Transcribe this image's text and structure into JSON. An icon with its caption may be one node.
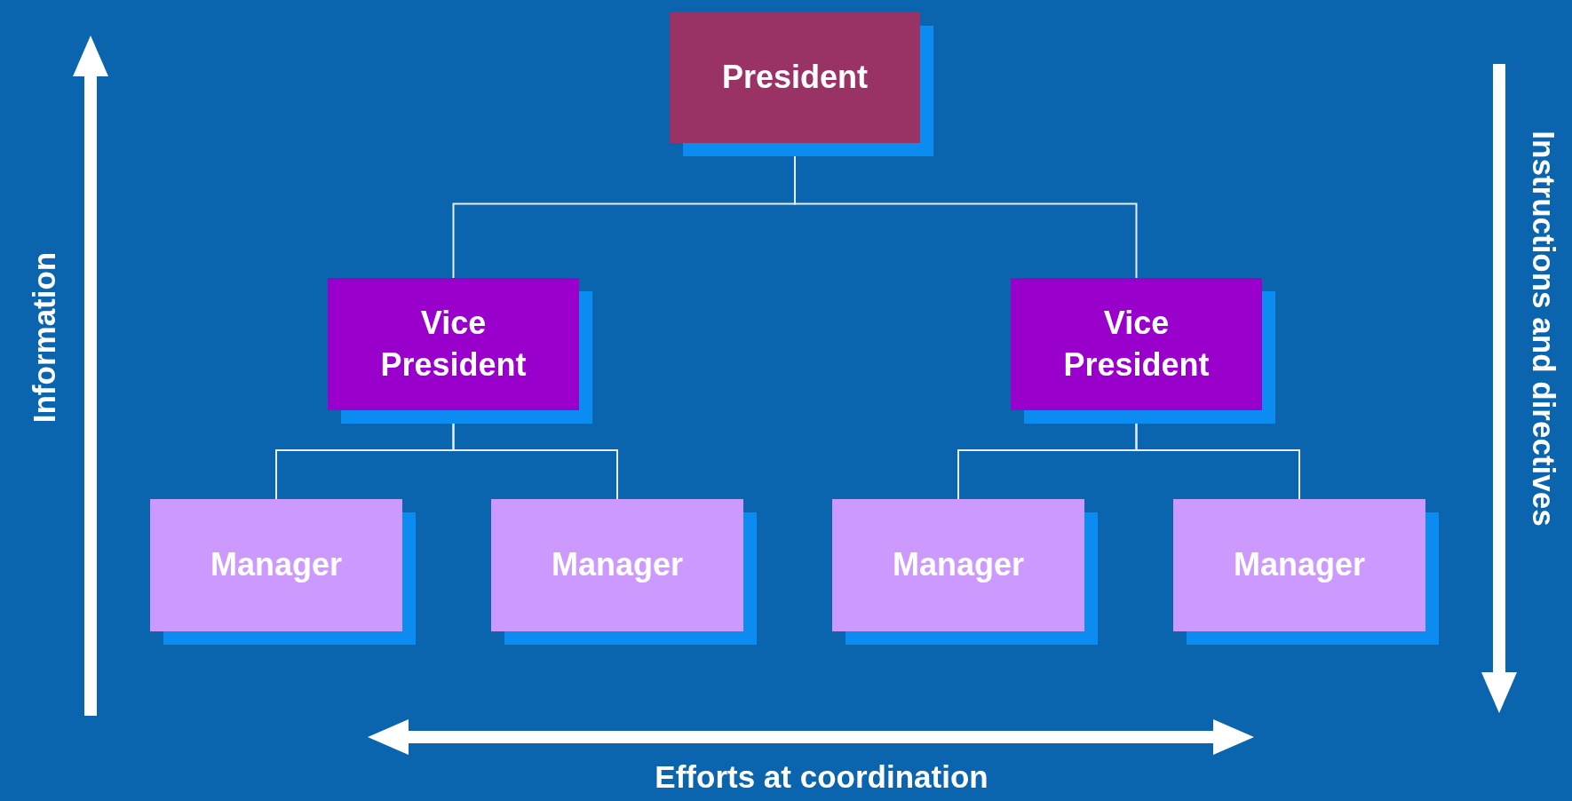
{
  "diagram": {
    "nodes": [
      {
        "text": [
          "President"
        ]
      },
      {
        "text": [
          "Vice President"
        ]
      },
      {
        "text": [
          "Vice President"
        ]
      },
      {
        "text": [
          "Manager"
        ]
      },
      {
        "text": [
          "Manager"
        ]
      },
      {
        "text": [
          "Manager"
        ]
      },
      {
        "text": [
          "Manager"
        ]
      }
    ],
    "edges": [
      {
        "from": 0,
        "to": 1,
        "arrow": "none"
      },
      {
        "from": 0,
        "to": 2,
        "arrow": "none"
      },
      {
        "from": 1,
        "to": 3,
        "arrow": "none"
      },
      {
        "from": 1,
        "to": 4,
        "arrow": "none"
      },
      {
        "from": 2,
        "to": 5,
        "arrow": "none"
      },
      {
        "from": 2,
        "to": 6,
        "arrow": "none"
      }
    ],
    "labels": [
      "Information",
      "Instructions and directives",
      "Efforts at coordination"
    ]
  }
}
